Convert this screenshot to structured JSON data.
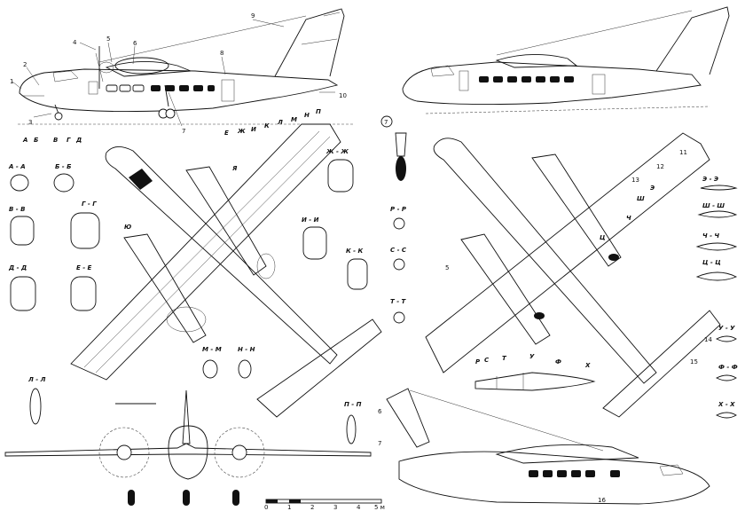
{
  "side_view_left": {
    "callouts": [
      "1",
      "2",
      "3",
      "4",
      "5",
      "6",
      "7",
      "8",
      "9",
      "10"
    ],
    "station_letters": [
      "А",
      "Б",
      "В",
      "Г",
      "Д",
      "Е",
      "Ж",
      "И",
      "К",
      "Л",
      "М",
      "Н",
      "П"
    ]
  },
  "sections_left": [
    "А - А",
    "Б - Б",
    "В - В",
    "Г - Г",
    "Д - Д",
    "Е - Е",
    "Ж - Ж",
    "И - И",
    "К - К",
    "Л - Л",
    "М - М",
    "Н - Н",
    "П - П"
  ],
  "top_view_labels": [
    "Я",
    "Ю"
  ],
  "detail": {
    "label": "7"
  },
  "sections_middle": [
    "Р - Р",
    "С - С",
    "Т - Т"
  ],
  "bottom_view_labels": [
    "5",
    "11",
    "12",
    "13",
    "14",
    "15",
    "Э",
    "Ш",
    "Ч",
    "Ц"
  ],
  "sections_right": [
    "Э - Э",
    "Ш - Ш",
    "Ч - Ч",
    "Ц - Ц",
    "У - У",
    "Ф - Ф",
    "Х - Х"
  ],
  "nacelle_labels": [
    "Р",
    "С",
    "Т",
    "У",
    "Ф",
    "Х"
  ],
  "persp_labels": [
    "6",
    "7",
    "16"
  ],
  "scale": {
    "ticks": [
      "0",
      "1",
      "2",
      "3",
      "4",
      "5 м"
    ]
  }
}
